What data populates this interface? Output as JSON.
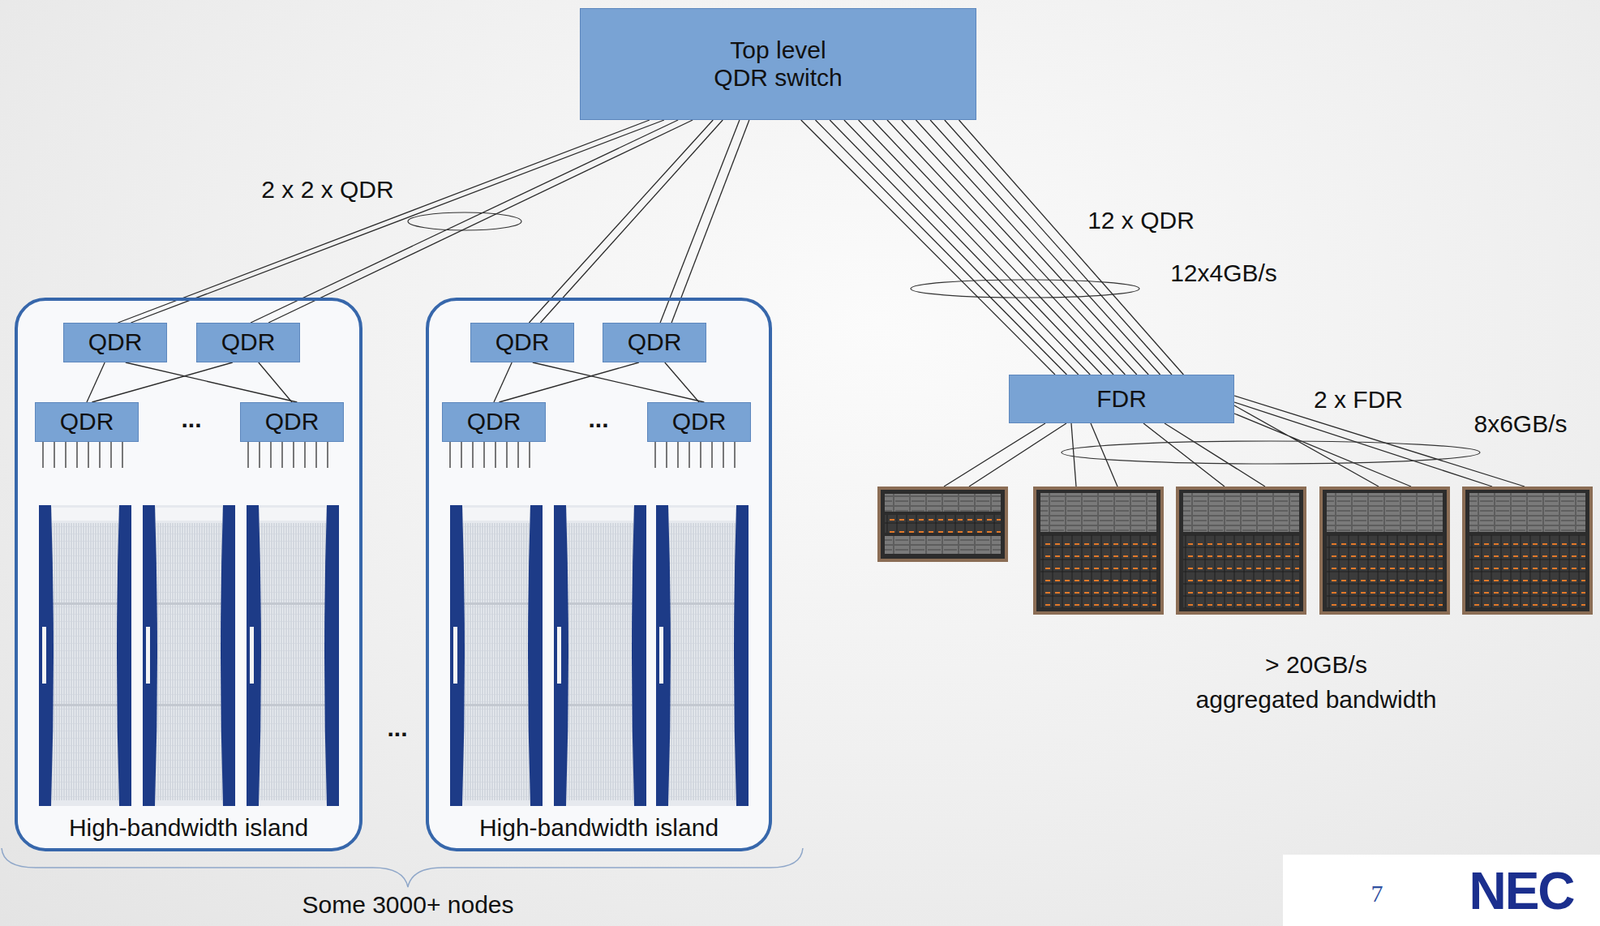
{
  "diagram": {
    "nodes": [
      {
        "text": [
          "Top level QDR switch"
        ]
      },
      {
        "text": [
          "High-bandwidth island"
        ]
      },
      {
        "text": [
          "QDR"
        ],
        "in": 1
      },
      {
        "text": [
          "QDR"
        ],
        "in": 1
      },
      {
        "text": [
          "QDR"
        ],
        "in": 1
      },
      {
        "text": [
          "QDR"
        ],
        "in": 1
      },
      {
        "text": [
          "High-bandwidth island"
        ]
      },
      {
        "text": [
          "QDR"
        ],
        "in": 6
      },
      {
        "text": [
          "QDR"
        ],
        "in": 6
      },
      {
        "text": [
          "QDR"
        ],
        "in": 6
      },
      {
        "text": [
          "QDR"
        ],
        "in": 6
      },
      {
        "text": [
          "FDR"
        ]
      }
    ],
    "edges": [
      {
        "from": 0,
        "to": 2,
        "arrow": "none"
      },
      {
        "from": 0,
        "to": 2,
        "arrow": "none"
      },
      {
        "from": 0,
        "to": 3,
        "arrow": "none"
      },
      {
        "from": 0,
        "to": 3,
        "arrow": "none"
      },
      {
        "from": 0,
        "to": 7,
        "arrow": "none"
      },
      {
        "from": 0,
        "to": 7,
        "arrow": "none"
      },
      {
        "from": 0,
        "to": 8,
        "arrow": "none"
      },
      {
        "from": 0,
        "to": 8,
        "arrow": "none"
      },
      {
        "from": 0,
        "to": 11,
        "arrow": "none"
      },
      {
        "from": 0,
        "to": 11,
        "arrow": "none"
      },
      {
        "from": 0,
        "to": 11,
        "arrow": "none"
      },
      {
        "from": 0,
        "to": 11,
        "arrow": "none"
      },
      {
        "from": 0,
        "to": 11,
        "arrow": "none"
      },
      {
        "from": 0,
        "to": 11,
        "arrow": "none"
      },
      {
        "from": 0,
        "to": 11,
        "arrow": "none"
      },
      {
        "from": 0,
        "to": 11,
        "arrow": "none"
      },
      {
        "from": 0,
        "to": 11,
        "arrow": "none"
      },
      {
        "from": 0,
        "to": 11,
        "arrow": "none"
      },
      {
        "from": 0,
        "to": 11,
        "arrow": "none"
      },
      {
        "from": 0,
        "to": 11,
        "arrow": "none"
      },
      {
        "from": 2,
        "to": 4,
        "arrow": "none"
      },
      {
        "from": 2,
        "to": 5,
        "arrow": "none"
      },
      {
        "from": 3,
        "to": 4,
        "arrow": "none"
      },
      {
        "from": 3,
        "to": 5,
        "arrow": "none"
      },
      {
        "from": 7,
        "to": 9,
        "arrow": "none"
      },
      {
        "from": 7,
        "to": 10,
        "arrow": "none"
      },
      {
        "from": 8,
        "to": 9,
        "arrow": "none"
      },
      {
        "from": 8,
        "to": 10,
        "arrow": "none"
      }
    ],
    "labels": [
      "2 x 2 x QDR",
      "...",
      "...",
      "...",
      "Some 3000+ nodes",
      "12 x QDR",
      "12x4GB/s",
      "2 x FDR",
      "8x6GB/s",
      "> 20GB/s",
      "aggregated bandwidth",
      "7",
      "NEC"
    ]
  }
}
